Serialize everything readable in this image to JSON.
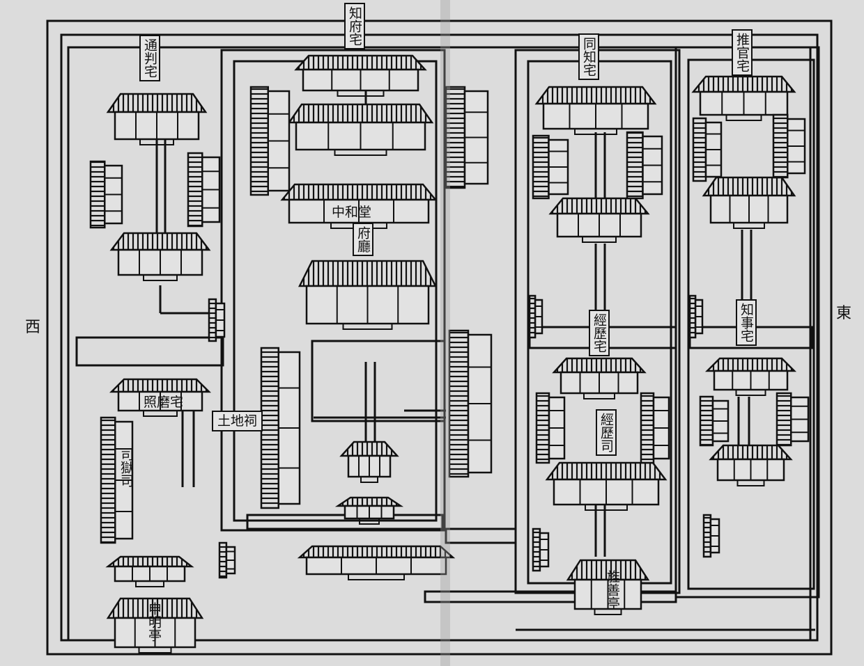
{
  "title_directions": {
    "west": "西",
    "east": "東"
  },
  "labels": {
    "tongpan_residence": "通判宅",
    "prefect_residence": "知府宅",
    "tongzhi_residence": "同知宅",
    "tuiguan_residence": "推官宅",
    "zhonghe_hall": "中和堂",
    "prefecture_hall": "府廳",
    "jingli_residence": "經歷宅",
    "jingli_office": "經歷司",
    "zhishi_residence": "知事宅",
    "zhaomo_residence": "照磨宅",
    "prison_office": "司獄司",
    "shenming_pavilion": "申明亭",
    "jingshan_pavilion": "旌善亭",
    "shrine": "土地祠"
  },
  "colors": {
    "ink": "#111111",
    "paper": "#dcdcdc"
  }
}
